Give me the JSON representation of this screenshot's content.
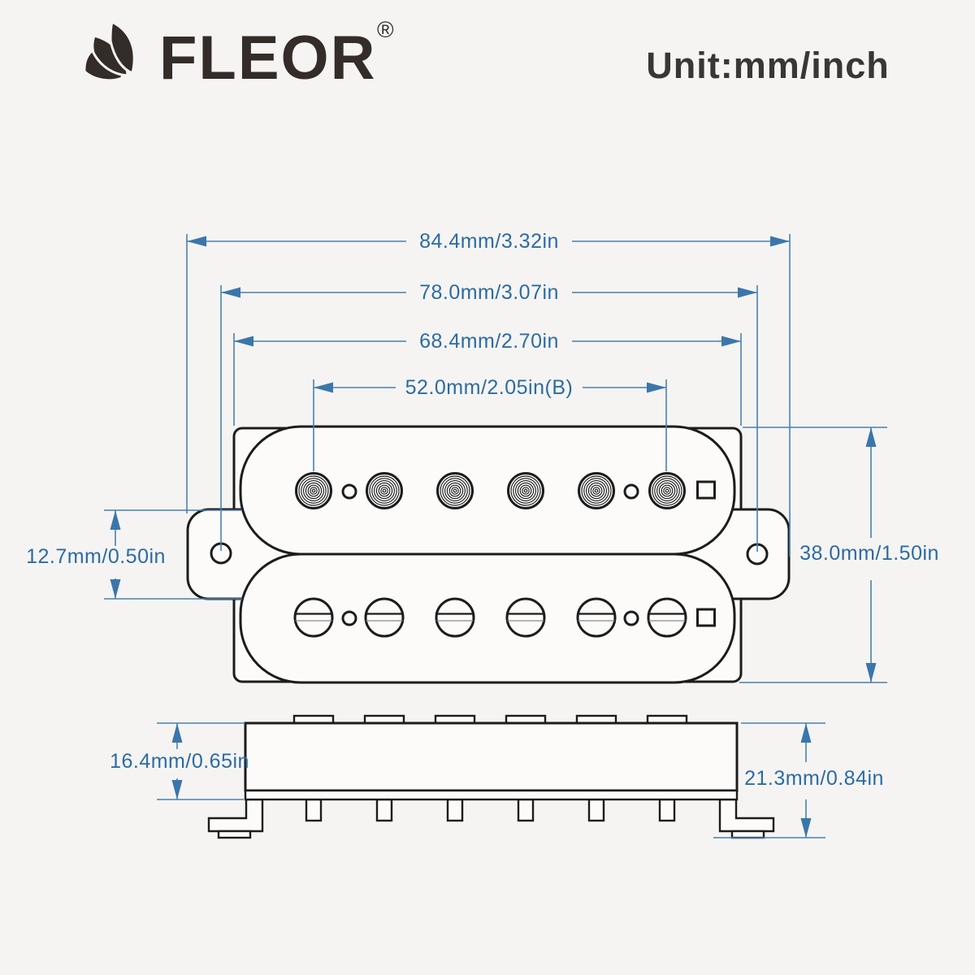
{
  "brand": {
    "name": "FLEOR",
    "registered_mark": "®"
  },
  "header": {
    "unit_label": "Unit:mm/inch"
  },
  "colors": {
    "background": "#f5f4f2",
    "drawing_outline": "#1c1c1c",
    "dimension_text": "#2c6ba4",
    "dimension_line": "#4a80b0",
    "arrow": "#3b76ab",
    "logo": "#332c28"
  },
  "dimensions": {
    "overall_width": "84.4mm/3.32in",
    "mounting_hole_spacing": "78.0mm/3.07in",
    "body_width": "68.4mm/2.70in",
    "pole_spacing": "52.0mm/2.05in(B)",
    "mounting_tab_height": "12.7mm/0.50in",
    "body_height": "38.0mm/1.50in",
    "side_body_height": "16.4mm/0.65in",
    "side_total_height": "21.3mm/0.84in"
  }
}
